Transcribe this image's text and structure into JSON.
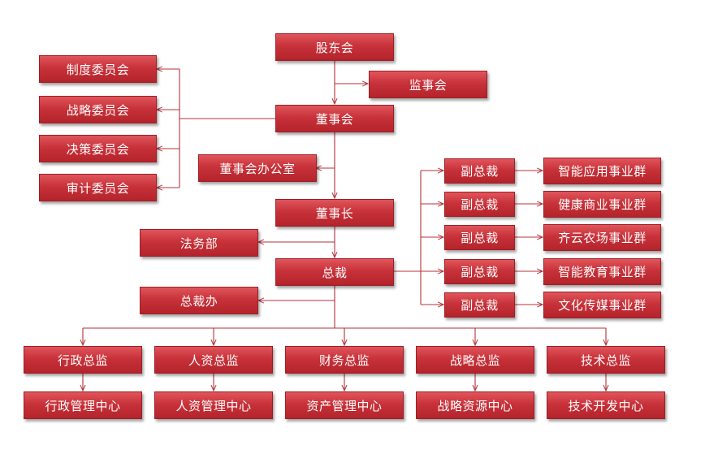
{
  "org": {
    "shareholders": "股东会",
    "supervisors": "监事会",
    "board": "董事会",
    "committees": [
      "制度委员会",
      "战略委员会",
      "决策委员会",
      "审计委员会"
    ],
    "board_office": "董事会办公室",
    "chairman": "董事长",
    "legal": "法务部",
    "president": "总裁",
    "president_office": "总裁办",
    "vps": [
      "副总裁",
      "副总裁",
      "副总裁",
      "副总裁",
      "副总裁"
    ],
    "business_groups": [
      "智能应用事业群",
      "健康商业事业群",
      "齐云农场事业群",
      "智能教育事业群",
      "文化传媒事业群"
    ],
    "directors": [
      "行政总监",
      "人资总监",
      "财务总监",
      "战略总监",
      "技术总监"
    ],
    "centers": [
      "行政管理中心",
      "人资管理中心",
      "资产管理中心",
      "战略资源中心",
      "技术开发中心"
    ]
  },
  "colors": {
    "box": "#c8323a",
    "line": "#b5323a"
  }
}
